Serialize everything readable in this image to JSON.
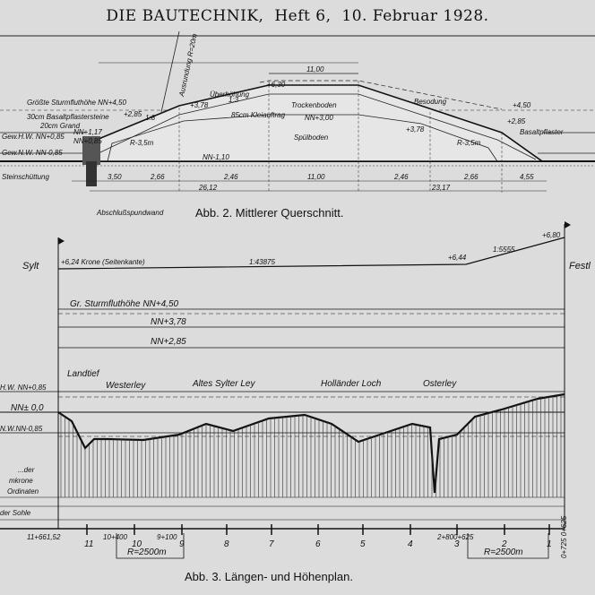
{
  "header": {
    "journal": "DIE BAUTECHNIK,",
    "issue": "Heft 6,",
    "date": "10. Februar 1928."
  },
  "fig2": {
    "caption": "Abb. 2. Mittlerer Querschnitt.",
    "labels": {
      "storm": "Größte Sturmfluthöhe NN+4,50",
      "basalt30": "30cm Basaltpflastersteine",
      "grand": "20cm Grand",
      "hw": "Gew.H.W. NN+0,85",
      "nw": "Gew.N.W. NN-0,85",
      "stein": "Steinschüttung",
      "absch": "Abschlußspundwand",
      "ausr": "Ausrundung R=20m",
      "ueber": "Überhöhung",
      "klei": "85cm Kleiauftrag",
      "trocken": "Trockenboden",
      "spuel": "Spülboden",
      "besodung": "Besodung",
      "basaltR": "Basaltpflaster",
      "crest": "+6,30",
      "width": "11,00",
      "l_4_50": "+4,50",
      "l_2_85a": "+2,85",
      "l_2_85b": "+2,85",
      "l_3_78a": "+3,78",
      "l_3_78b": "+3,78",
      "nn300": "NN+3,00",
      "nn110": "NN-1,10",
      "nn117": "NN+1,17",
      "nn085": "NN+0,85",
      "r35a": "R-3,5m",
      "r35b": "R-3,5m",
      "s18": "1:8",
      "s13": "1:3",
      "d1": "3,50",
      "d2": "2,66",
      "d3": "2,46",
      "d4": "11,00",
      "d5": "2,46",
      "d6": "2,66",
      "d7": "4,55",
      "t1": "26,12",
      "t2": "23,17"
    }
  },
  "fig3": {
    "caption": "Abb. 3. Längen- und Höhenplan.",
    "labels": {
      "sylt": "Sylt",
      "festl": "Festl",
      "krone": "+6,24 Krone (Seitenkante)",
      "slope1": "1:43875",
      "slope2": "1:5555",
      "v644": "+6,44",
      "v680": "+6,80",
      "storm": "Gr. Sturmfluthöhe NN+4,50",
      "nn378": "NN+3,78",
      "nn285": "NN+2,85",
      "landtief": "Landtief",
      "westerley": "Westerley",
      "altes": "Altes Sylter Ley",
      "hollaender": "Holländer Loch",
      "osterley": "Osterley",
      "hw": "H.W. NN+0,85",
      "nn0": "NN± 0,0",
      "nw": "N.W.NN-0,85",
      "leg1": "...der",
      "leg2": "mkrone",
      "leg3": "Ordinaten",
      "leg4": "der Sohle",
      "km_start": "11+661,52",
      "km_10": "10+400",
      "km_9": "9+100",
      "km_2": "2+800+625",
      "km_end": "0+725 0+625",
      "radius1": "R=2500m",
      "radius2": "R=2500m",
      "stations": [
        "11",
        "10",
        "9",
        "8",
        "7",
        "6",
        "5",
        "4",
        "3",
        "2",
        "1"
      ]
    }
  }
}
